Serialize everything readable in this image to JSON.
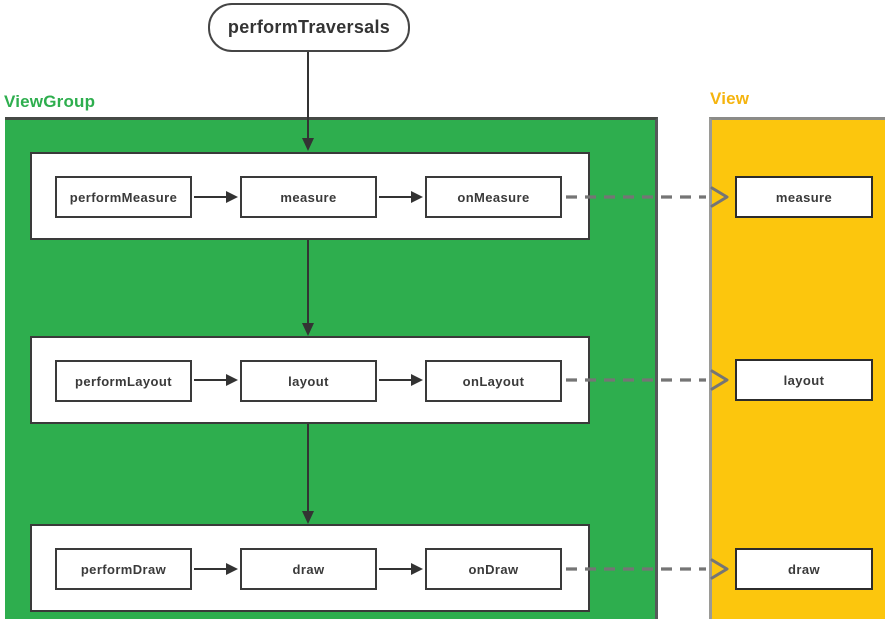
{
  "diagram": {
    "root": "performTraversals",
    "viewgroup": {
      "label": "ViewGroup",
      "rows": [
        {
          "steps": [
            "performMeasure",
            "measure",
            "onMeasure"
          ]
        },
        {
          "steps": [
            "performLayout",
            "layout",
            "onLayout"
          ]
        },
        {
          "steps": [
            "performDraw",
            "draw",
            "onDraw"
          ]
        }
      ]
    },
    "view": {
      "label": "View",
      "boxes": [
        "measure",
        "layout",
        "draw"
      ]
    },
    "colors": {
      "viewgroup_fill": "#2EAE4E",
      "viewgroup_label": "#2EAE4E",
      "view_fill": "#FCC60D",
      "view_label": "#F5B40E",
      "solid_arrow": "#333333",
      "dashed_arrow": "#757575"
    }
  }
}
